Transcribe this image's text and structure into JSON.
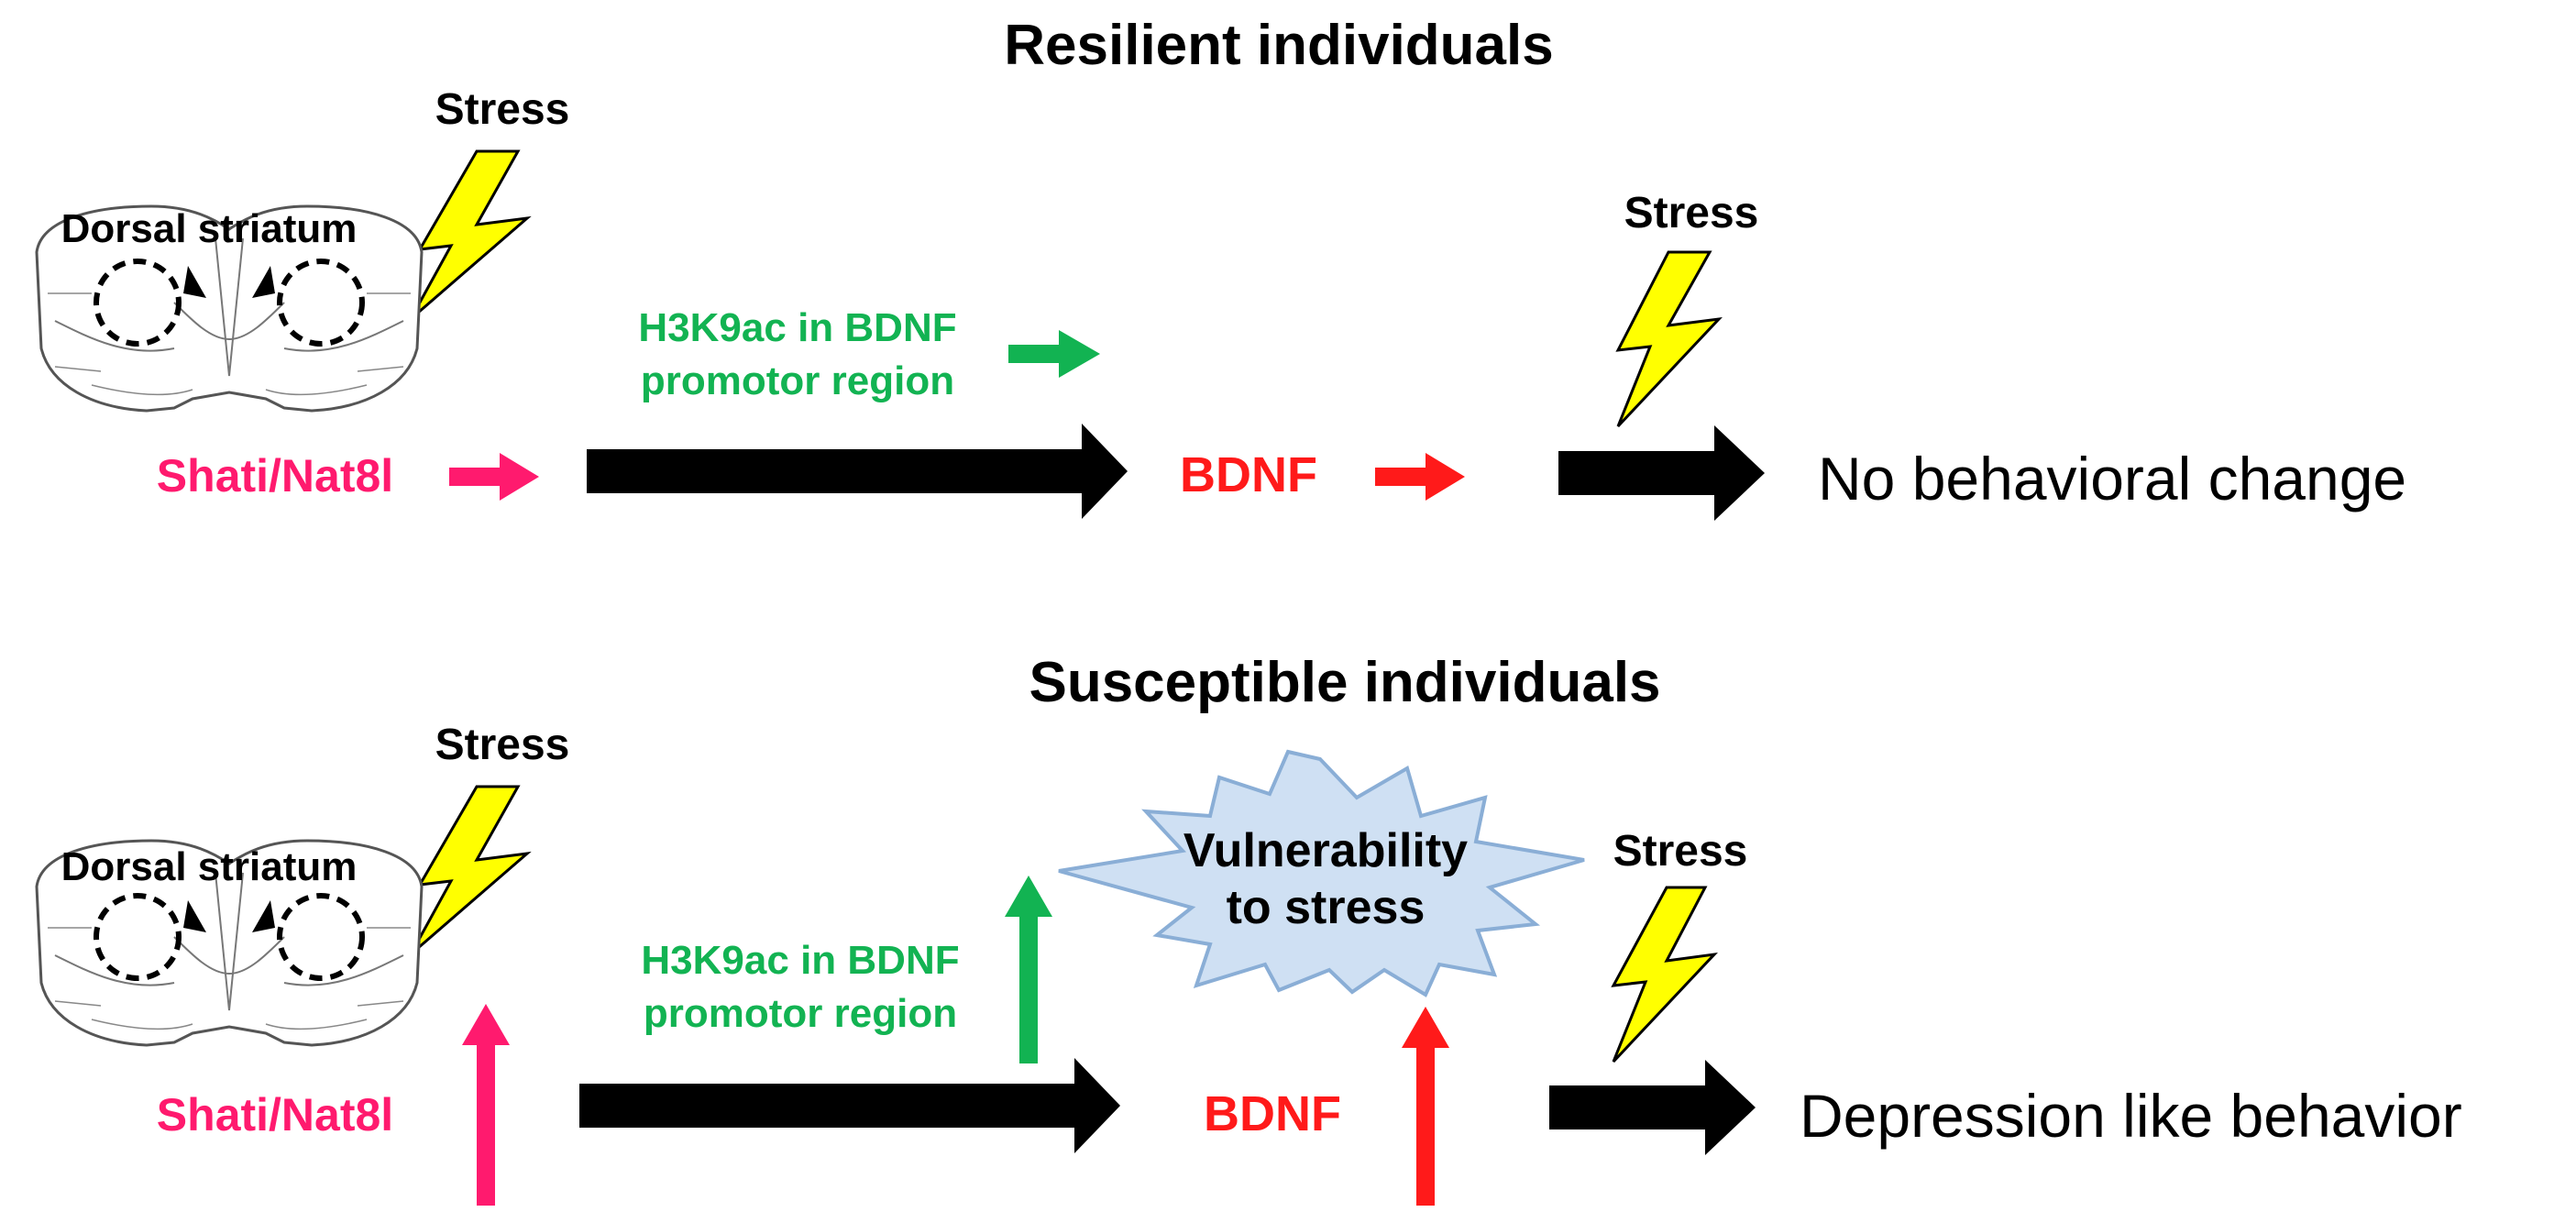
{
  "colors": {
    "pink": "#ff1a6e",
    "red": "#ff1a1a",
    "green": "#12b352",
    "black": "#000000",
    "bolt": "#ffff00",
    "burst_fill": "#cfe0f3",
    "burst_stroke": "#8aaed6"
  },
  "resilient": {
    "title": "Resilient individuals",
    "stress_label_1": "Stress",
    "region_label": "Dorsal striatum",
    "gene": "Shati/Nat8l",
    "histone_line1": "H3K9ac in BDNF",
    "histone_line2": "promotor region",
    "bdnf": "BDNF",
    "stress_label_2": "Stress",
    "outcome": "No behavioral change"
  },
  "susceptible": {
    "title": "Susceptible individuals",
    "stress_label_1": "Stress",
    "region_label": "Dorsal striatum",
    "gene": "Shati/Nat8l",
    "histone_line1": "H3K9ac in BDNF",
    "histone_line2": "promotor region",
    "vulnerability_line1": "Vulnerability",
    "vulnerability_line2": "to stress",
    "bdnf": "BDNF",
    "stress_label_2": "Stress",
    "outcome": "Depression like behavior"
  },
  "icons": {
    "bolt": "lightning-bolt-icon",
    "brain": "brain-section-icon",
    "burst": "starburst-shape"
  }
}
